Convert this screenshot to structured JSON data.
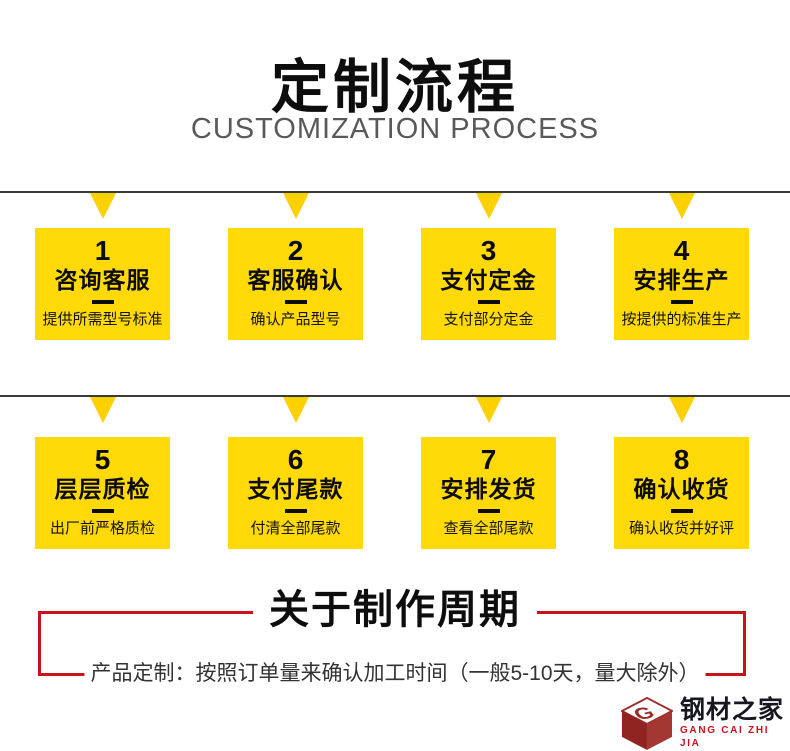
{
  "header": {
    "title": "定制流程",
    "subtitle": "CUSTOMIZATION PROCESS"
  },
  "steps": [
    {
      "num": "1",
      "title": "咨询客服",
      "desc": "提供所需型号标准"
    },
    {
      "num": "2",
      "title": "客服确认",
      "desc": "确认产品型号"
    },
    {
      "num": "3",
      "title": "支付定金",
      "desc": "支付部分定金"
    },
    {
      "num": "4",
      "title": "安排生产",
      "desc": "按提供的标准生产"
    },
    {
      "num": "5",
      "title": "层层质检",
      "desc": "出厂前严格质检"
    },
    {
      "num": "6",
      "title": "支付尾款",
      "desc": "付清全部尾款"
    },
    {
      "num": "7",
      "title": "安排发货",
      "desc": "查看全部尾款"
    },
    {
      "num": "8",
      "title": "确认收货",
      "desc": "确认收货并好评"
    }
  ],
  "cycle": {
    "title": "关于制作周期",
    "note": "产品定制：按照订单量来确认加工时间（一般5-10天，量大除外）"
  },
  "logo": {
    "name": "钢材之家",
    "subname": "GANG CAI ZHI JIA",
    "letter": "G"
  },
  "colors": {
    "yellow": "#ffd908",
    "tri": "#fdd000",
    "red": "#c9131c",
    "line": "#3a3a3a",
    "cube-dark": "#8f2420",
    "cube-mid": "#a33732"
  }
}
